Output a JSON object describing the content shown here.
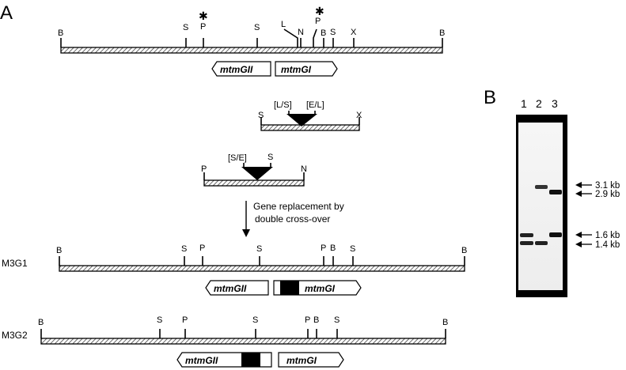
{
  "panel_a": {
    "label": "A",
    "wt_sites": {
      "b1": "B",
      "s1": "S",
      "p1": "P",
      "s2": "S",
      "l": "L",
      "n": "N",
      "p2": "P",
      "b2": "B",
      "s3": "S",
      "x": "X",
      "b3": "B",
      "star": "✱"
    },
    "genes": {
      "g2": "mtmGII",
      "g1": "mtmGI"
    },
    "c1_sites": {
      "s": "S",
      "ls": "[L/S]",
      "el": "[E/L]",
      "x": "X"
    },
    "c2_sites": {
      "p": "P",
      "se": "[S/E]",
      "s": "S",
      "n": "N"
    },
    "arrow_caption": [
      "Gene replacement by",
      "double cross-over"
    ],
    "m3g1": {
      "name": "M3G1",
      "sites": {
        "b1": "B",
        "s1": "S",
        "p1": "P",
        "s2": "S",
        "p2": "P",
        "b2": "B",
        "s3": "S",
        "b3": "B"
      }
    },
    "m3g2": {
      "name": "M3G2",
      "sites": {
        "b1": "B",
        "s1": "S",
        "p1": "P",
        "s2": "S",
        "p2": "P",
        "b2": "B",
        "s3": "S",
        "b3": "B"
      }
    }
  },
  "panel_b": {
    "label": "B",
    "lanes": [
      "1",
      "2",
      "3"
    ],
    "sizes": [
      "3.1 kb",
      "2.9 kb",
      "1.6 kb",
      "1.4 kb"
    ]
  }
}
